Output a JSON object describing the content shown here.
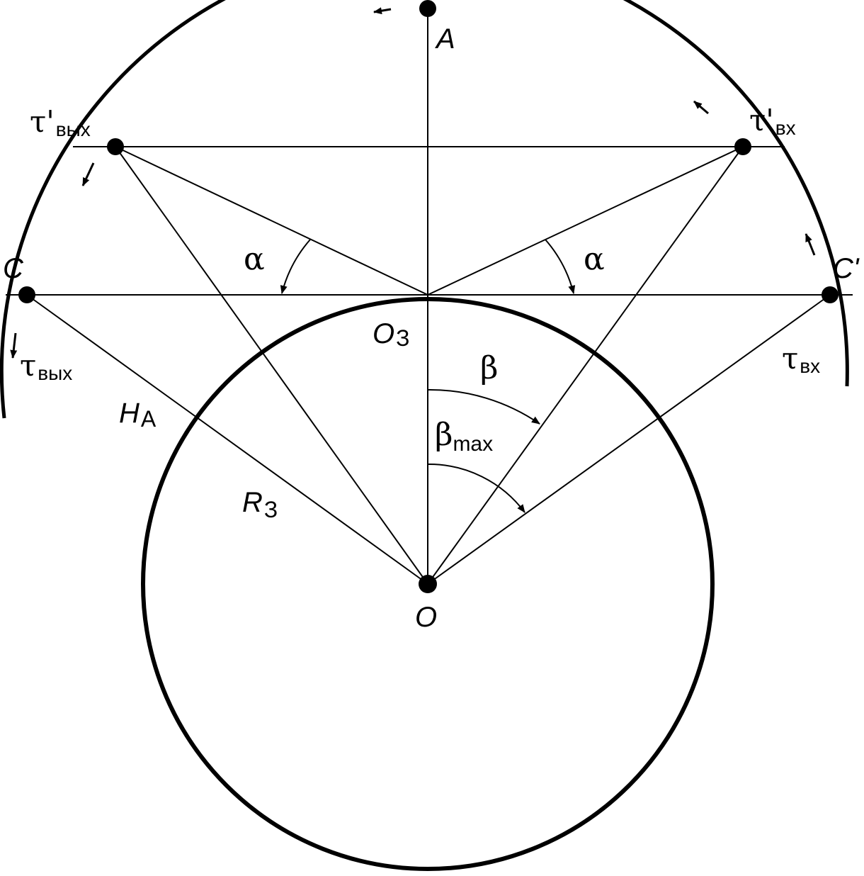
{
  "colors": {
    "ink": "#000000",
    "background": "#ffffff"
  },
  "labels": {
    "A": "A",
    "O3_main": "O",
    "O3_sub": "З",
    "O": "O",
    "C": "C",
    "C_prime": "C'",
    "tau_out_prime_main": "τ'",
    "tau_out_prime_sub": "вых",
    "tau_in_prime_main": "τ'",
    "tau_in_prime_sub": "вх",
    "tau_out_main": "τ",
    "tau_out_sub": "вых",
    "tau_in_main": "τ",
    "tau_in_sub": "вх",
    "alpha_left": "α",
    "alpha_right": "α",
    "beta": "β",
    "beta_max_main": "β",
    "beta_max_sub": "max",
    "HA_main": "H",
    "HA_sub": "A",
    "R3_main": "R",
    "R3_sub": "З"
  }
}
